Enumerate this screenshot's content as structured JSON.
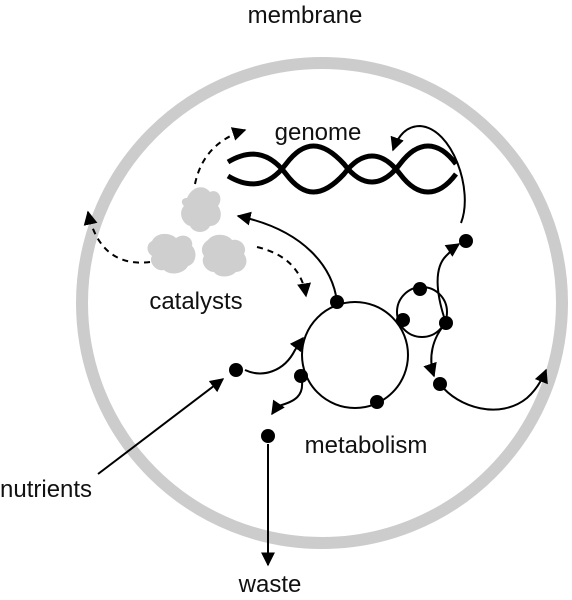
{
  "labels": {
    "membrane": "membrane",
    "genome": "genome",
    "catalysts": "catalysts",
    "metabolism": "metabolism",
    "nutrients": "nutrients",
    "waste": "waste"
  },
  "colors": {
    "membrane": "#cccccc",
    "catalyst": "#cfcfcf",
    "ink": "#000000"
  }
}
